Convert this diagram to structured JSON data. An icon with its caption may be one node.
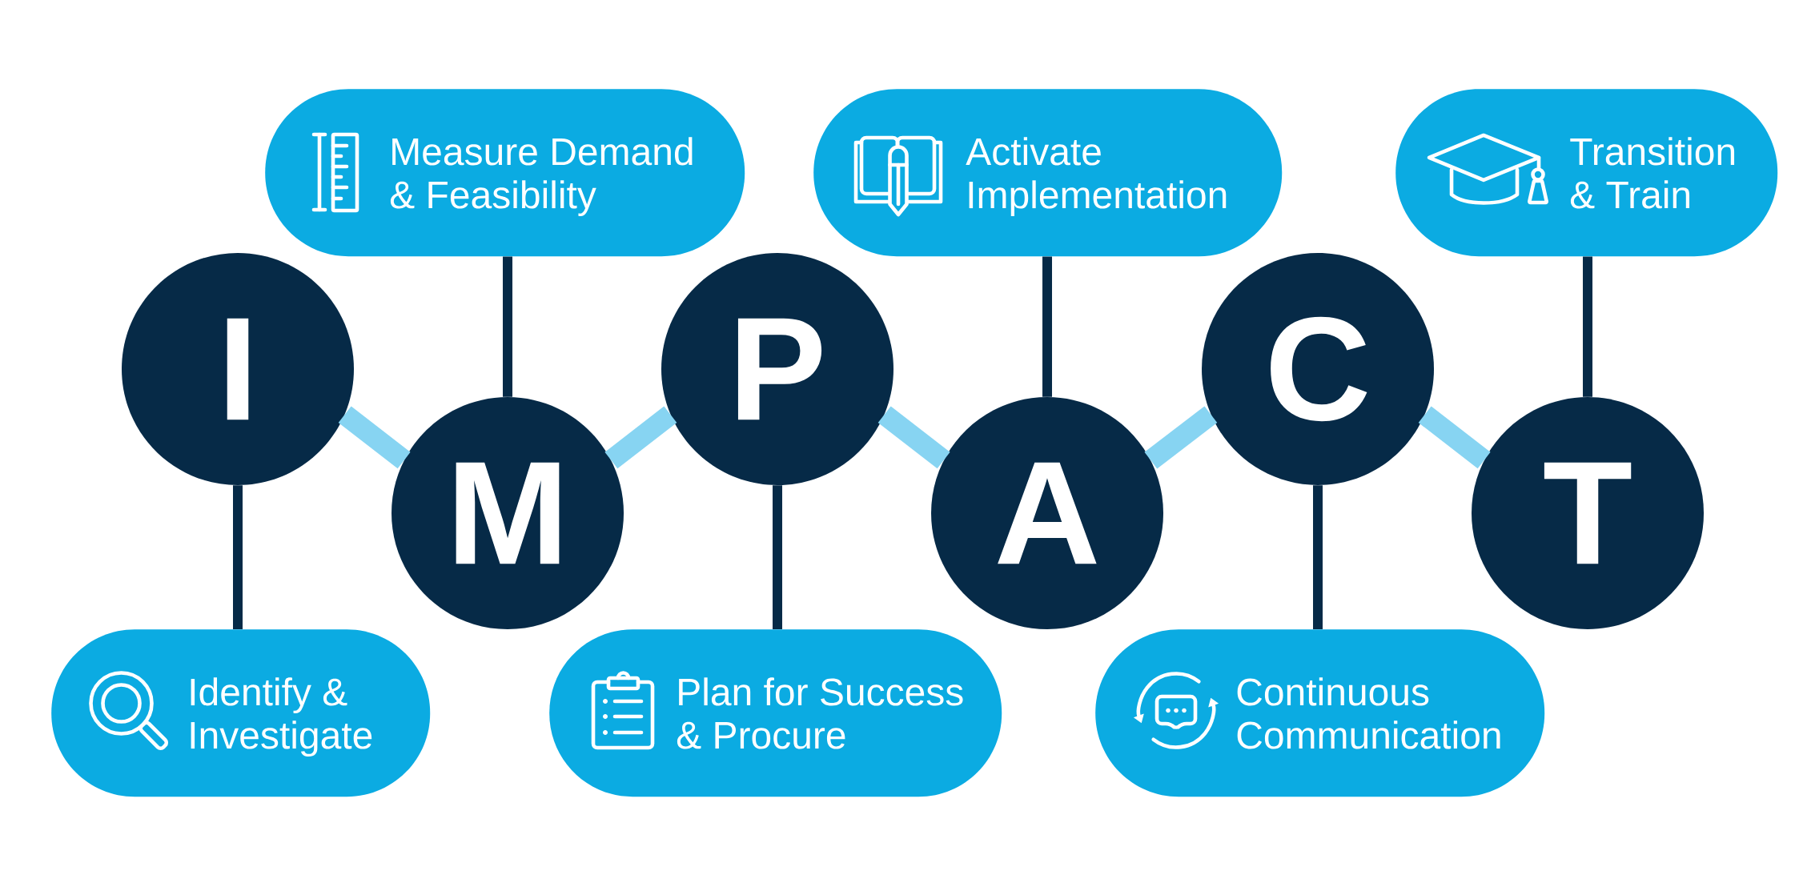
{
  "diagram": {
    "nodes": [
      {
        "text": [
          "I"
        ]
      },
      {
        "text": [
          "M"
        ]
      },
      {
        "text": [
          "P"
        ]
      },
      {
        "text": [
          "A"
        ]
      },
      {
        "text": [
          "C"
        ]
      },
      {
        "text": [
          "T"
        ]
      },
      {
        "text": [
          "Identify & Investigate"
        ]
      },
      {
        "text": [
          "Measure Demand & Feasibility"
        ]
      },
      {
        "text": [
          "Plan for Success & Procure"
        ]
      },
      {
        "text": [
          "Activate Implementation"
        ]
      },
      {
        "text": [
          "Continuous Communication"
        ]
      },
      {
        "text": [
          "Transition & Train"
        ]
      }
    ],
    "edges": [
      {
        "from": 0,
        "to": 1,
        "arrow": "none",
        "style": "thick",
        "color": "#87d4f2"
      },
      {
        "from": 1,
        "to": 2,
        "arrow": "none",
        "style": "thick",
        "color": "#87d4f2"
      },
      {
        "from": 2,
        "to": 3,
        "arrow": "none",
        "style": "thick",
        "color": "#87d4f2"
      },
      {
        "from": 3,
        "to": 4,
        "arrow": "none",
        "style": "thick",
        "color": "#87d4f2"
      },
      {
        "from": 4,
        "to": 5,
        "arrow": "none",
        "style": "thick",
        "color": "#87d4f2"
      },
      {
        "from": 0,
        "to": 6,
        "arrow": "none"
      },
      {
        "from": 1,
        "to": 7,
        "arrow": "none"
      },
      {
        "from": 2,
        "to": 8,
        "arrow": "none"
      },
      {
        "from": 3,
        "to": 9,
        "arrow": "none"
      },
      {
        "from": 4,
        "to": 10,
        "arrow": "none"
      },
      {
        "from": 5,
        "to": 11,
        "arrow": "none"
      }
    ]
  }
}
